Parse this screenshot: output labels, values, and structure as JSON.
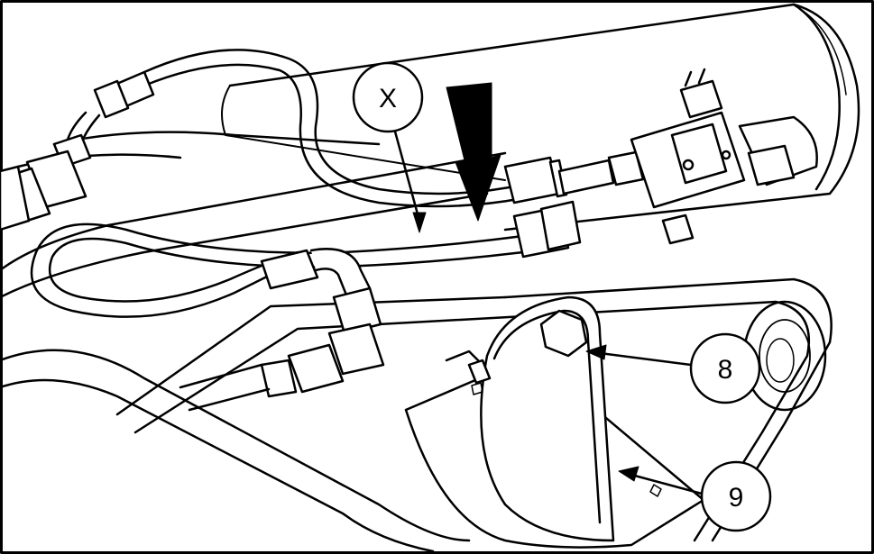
{
  "figure": {
    "stroke_color": "#000000",
    "fill_color": "#ffffff",
    "callouts": [
      {
        "id": "X",
        "label": "X"
      },
      {
        "id": "8",
        "label": "8"
      },
      {
        "id": "9",
        "label": "9"
      }
    ],
    "arrow_icon": "down-arrow-icon"
  }
}
